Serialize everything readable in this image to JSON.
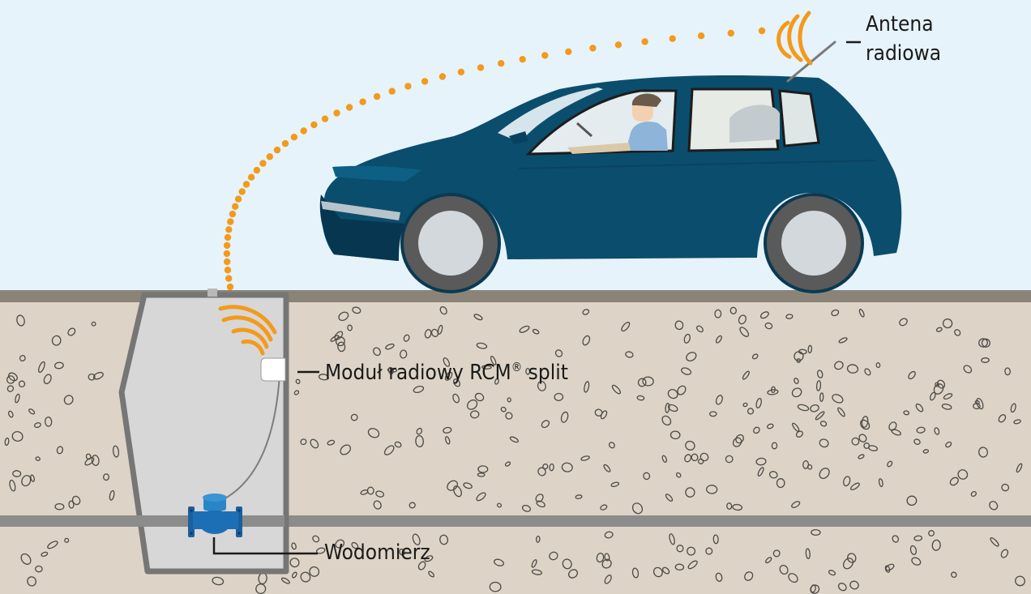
{
  "labels": {
    "antenna_line1": "Antena",
    "antenna_line2": "radiowa",
    "module_main": "Moduł radiowy RCM",
    "module_reg": "®",
    "module_suffix": " split",
    "meter": "Wodomierz"
  },
  "colors": {
    "sky": "#e6f3fa",
    "soil": "#ddd4c7",
    "ground_line": "#8a8478",
    "pipe": "#8c8c8c",
    "shaft_fill": "#d7d7d7",
    "shaft_border": "#767676",
    "car_body": "#0b4d6c",
    "car_dark": "#063650",
    "wheel_tire": "#5a5a5a",
    "wheel_rim": "#d3d8dc",
    "signal": "#f39a1c",
    "meter_blue": "#1d6fb5",
    "leader": "#1a1a1a"
  },
  "icons": {
    "car": "car-icon",
    "driver": "driver-icon",
    "antenna": "antenna-icon",
    "radio_module": "radio-module-icon",
    "water_meter": "water-meter-icon",
    "signal": "radio-waves-icon"
  }
}
